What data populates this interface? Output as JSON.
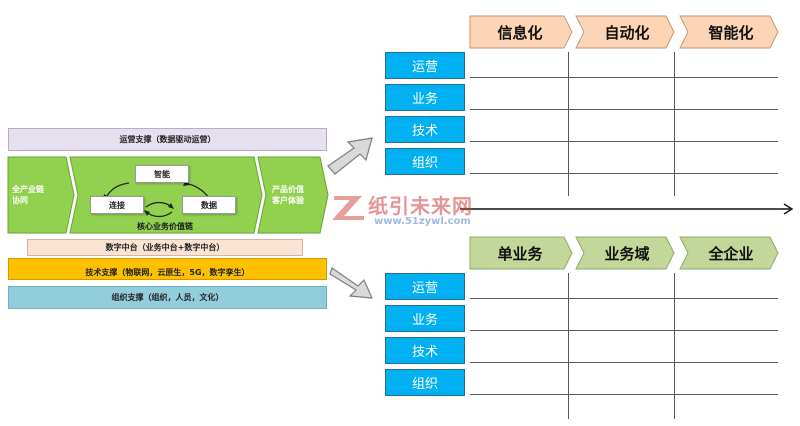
{
  "left_diagram": {
    "ops_support": "运营支撑（数据驱动运营）",
    "chain_start": [
      "全产业链",
      "协同"
    ],
    "chain_end": [
      "产品价值",
      "客户体验"
    ],
    "core_chain_label": "核心业务价值链",
    "cycle": {
      "top": "智能",
      "left": "连接",
      "right": "数据"
    },
    "digital_middle": "数字中台（业务中台+数字中台）",
    "tech_support": "技术支撑（物联网，云原生，5G，数字孪生）",
    "org_support": "组织支撑（组织，人员，文化）"
  },
  "top_matrix": {
    "headers": [
      "信息化",
      "自动化",
      "智能化"
    ],
    "rows": [
      "运营",
      "业务",
      "技术",
      "组织"
    ],
    "header_color": "#fbd5b5"
  },
  "bottom_matrix": {
    "headers": [
      "单业务",
      "业务域",
      "全企业"
    ],
    "rows": [
      "运营",
      "业务",
      "技术",
      "组织"
    ],
    "header_color": "#c4d79b"
  },
  "watermark": {
    "text": "纸引未来网",
    "url": "www.51zywl.com"
  },
  "colors": {
    "row_label": "#00b0f0",
    "chain_green": "#92d050",
    "tech_orange": "#ffc000",
    "org_blue": "#92cddc",
    "ops_lavender": "#e6e0ee"
  }
}
